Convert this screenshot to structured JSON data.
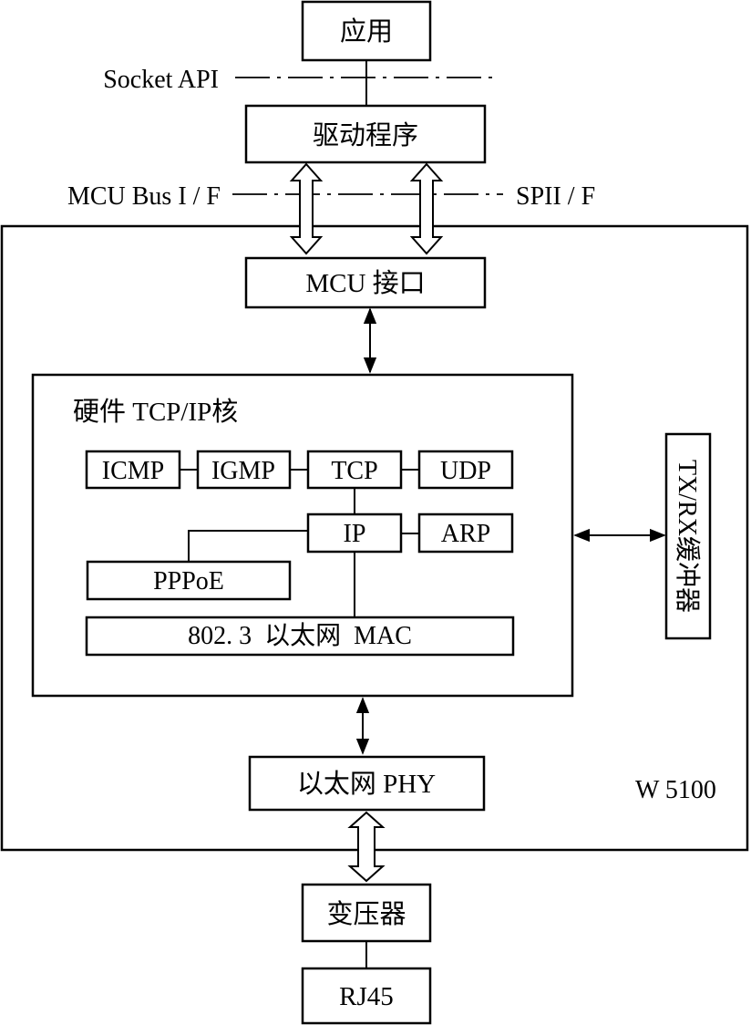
{
  "diagram": {
    "app": "应用",
    "socket_api": "Socket API",
    "driver": "驱动程序",
    "mcu_bus": "MCU Bus I / F",
    "spi": "SPII / F",
    "mcu_interface": "MCU 接口",
    "hw_core_title": "硬件 TCP/IP核",
    "icmp": "ICMP",
    "igmp": "IGMP",
    "tcp": "TCP",
    "udp": "UDP",
    "ip": "IP",
    "arp": "ARP",
    "pppoe": "PPPoE",
    "mac": "802. 3  以太网  MAC",
    "buffer_en": "TX/RX",
    "buffer_cn": "缓冲器",
    "phy": "以太网 PHY",
    "chip": "W 5100",
    "transformer": "变压器",
    "rj45": "RJ45"
  }
}
